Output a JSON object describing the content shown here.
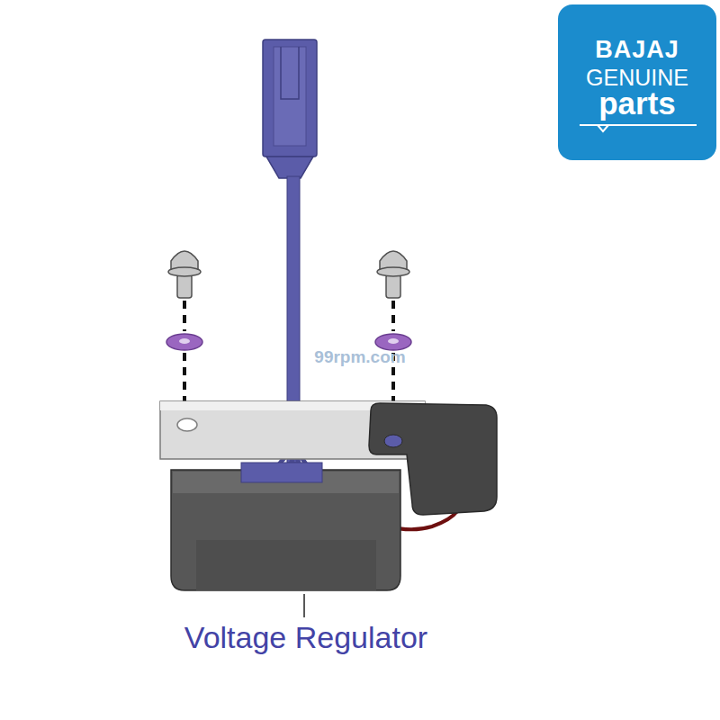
{
  "diagram": {
    "nodes": [
      {
        "text": [
          "BAJAJ",
          "GENUINE",
          "parts"
        ]
      }
    ],
    "labels": [
      "99rpm.com",
      "Voltage Regulator"
    ]
  }
}
